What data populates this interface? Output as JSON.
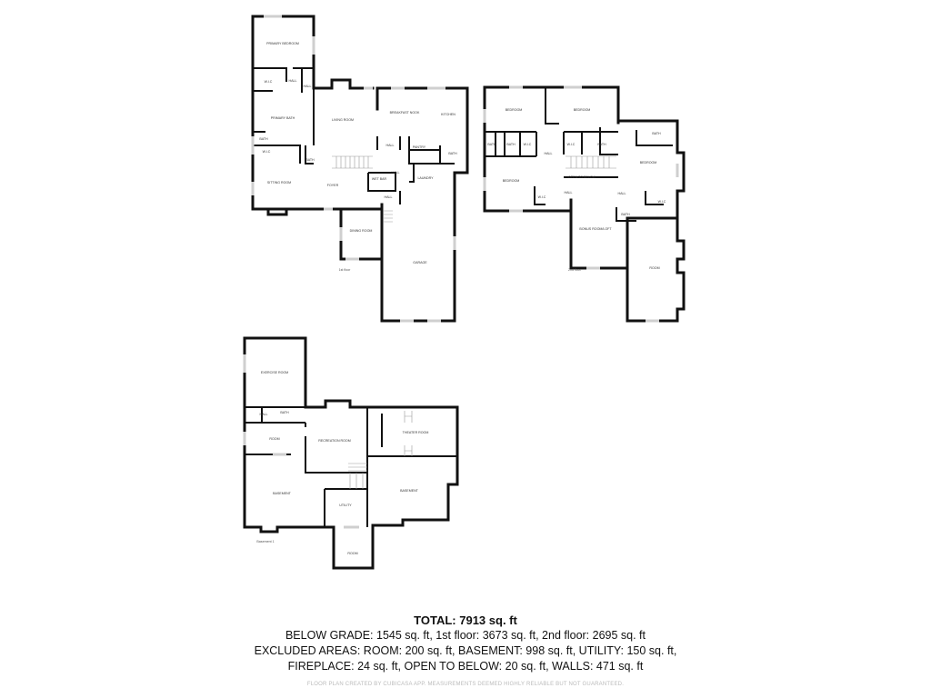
{
  "floors": {
    "first": {
      "label": "1st floor",
      "rooms": [
        "PRIMARY BEDROOM",
        "W.I.C",
        "HALL",
        "HALL",
        "PRIMARY BATH",
        "BATH",
        "W.I.C",
        "BATH",
        "LIVING ROOM",
        "BREAKFAST NOOK",
        "KITCHEN",
        "HALL",
        "PANTRY",
        "BATH",
        "SITTING ROOM",
        "FOYER",
        "WET BAR",
        "HALL",
        "HALL",
        "LAUNDRY",
        "DINING ROOM",
        "GARAGE"
      ]
    },
    "second": {
      "label": "2nd floor",
      "rooms": [
        "BEDROOM",
        "BEDROOM",
        "BATH",
        "BATH",
        "W.I.C",
        "HALL",
        "W.I.C",
        "BATH",
        "OPEN TO BELOW",
        "BATH",
        "BEDROOM",
        "BEDROOM",
        "W.I.C",
        "HALL",
        "HALL",
        "W.I.C",
        "BATH",
        "BONUS ROOM/LOFT",
        "ROOM"
      ]
    },
    "basement": {
      "label": "Basement 1",
      "rooms": [
        "EXERCISE ROOM",
        "HALL",
        "BATH",
        "ROOM",
        "RECREATION ROOM",
        "THEATER ROOM",
        "BASEMENT",
        "BASEMENT",
        "UTILITY",
        "ROOM"
      ]
    }
  },
  "summary": {
    "total": "TOTAL: 7913 sq. ft",
    "line1": "BELOW GRADE: 1545 sq. ft, 1st floor: 3673 sq. ft, 2nd floor: 2695 sq. ft",
    "line2": "EXCLUDED AREAS: ROOM: 200 sq. ft, BASEMENT: 998 sq. ft, UTILITY: 150 sq. ft,",
    "line3": "FIREPLACE: 24 sq. ft, OPEN TO BELOW: 20 sq. ft, WALLS: 471 sq. ft",
    "footer": "FLOOR PLAN CREATED BY CUBICASA APP. MEASUREMENTS DEEMED HIGHLY RELIABLE BUT NOT GUARANTEED."
  }
}
